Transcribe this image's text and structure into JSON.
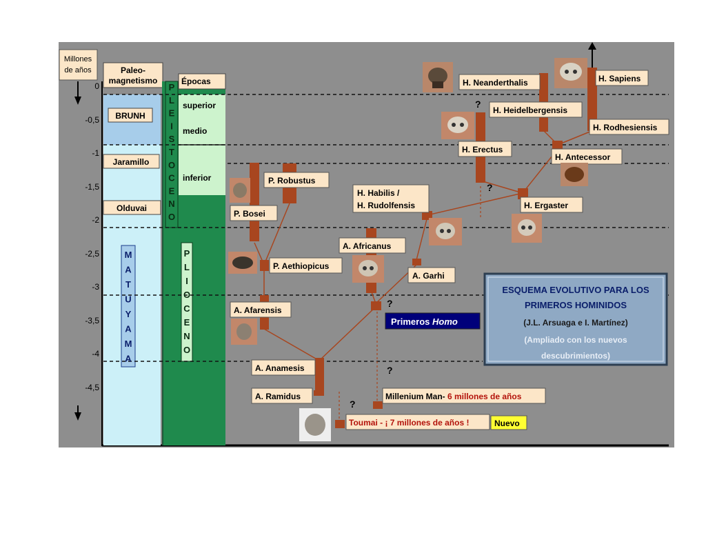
{
  "header": {
    "axis_unit": [
      "Millones",
      "de años"
    ],
    "paleomag_title": [
      "Paleo-",
      "magnetismo"
    ],
    "epochs_title": "Épocas"
  },
  "axis": {
    "ticks": [
      "0",
      "-0,5",
      "-1",
      "-1,5",
      "-2",
      "-2,5",
      "-3",
      "-3,5",
      "-4",
      "-4,5"
    ]
  },
  "paleomagnetism": {
    "brunh": "BRUNH",
    "jaramillo": "Jaramillo",
    "olduvai": "Olduvai",
    "matuyama": [
      "M",
      "A",
      "T",
      "U",
      "Y",
      "A",
      "M",
      "A"
    ]
  },
  "epochs": {
    "pleistoceno": [
      "P",
      "L",
      "E",
      "I",
      "S",
      "T",
      "O",
      "C",
      "E",
      "N",
      "O"
    ],
    "plioceno": [
      "P",
      "L",
      "I",
      "O",
      "C",
      "E",
      "N",
      "O"
    ],
    "superior": "superior",
    "medio": "medio",
    "inferior": "inferior"
  },
  "species": {
    "neanderthalis": "H. Neanderthalis",
    "sapiens": "H. Sapiens",
    "heidelbergensis": "H. Heidelbergensis",
    "rodhesiensis": "H. Rodhesiensis",
    "erectus": "H. Erectus",
    "antecessor": "H. Antecessor",
    "ergaster": "H. Ergaster",
    "habilis_1": "H. Habilis /",
    "habilis_2": "H. Rudolfensis",
    "robustus": "P. Robustus",
    "bosei": "P. Bosei",
    "aethiopicus": "P. Aethiopicus",
    "africanus": "A. Africanus",
    "garhi": "A. Garhi",
    "afarensis": "A. Afarensis",
    "anamesis": "A. Anamesis",
    "ramidus": "A. Ramidus",
    "millenium_1": "Millenium Man- ",
    "millenium_2": "6 millones de años",
    "toumai": "Toumai - ¡ 7 millones de años !",
    "nuevo": "Nuevo"
  },
  "primeros_homo": {
    "a": "Primeros ",
    "b": "Homo"
  },
  "question_mark": "?",
  "title_box": {
    "line1": "ESQUEMA EVOLUTIVO PARA LOS",
    "line2": "PRIMEROS HOMINIDOS",
    "line3": "(J.L. Arsuaga e I. Martínez)",
    "line4": "(Ampliado con los nuevos",
    "line5": "descubrimientos)"
  },
  "colors": {
    "background": "#8e8e8e",
    "bar": "#a8461f",
    "label_bg": "#fce6c8",
    "dark_green": "#1f8a4d",
    "light_green": "#cdf3cd",
    "light_blue": "#ccf0f8",
    "brunh_blue": "#a7cdea",
    "navy": "#00007a",
    "title_bg": "#8fa9c4",
    "new_yellow": "#ffff33",
    "red_text": "#b3120b"
  },
  "icons": [
    "skull-icon",
    "up-arrow-icon",
    "down-arrow-icon"
  ]
}
